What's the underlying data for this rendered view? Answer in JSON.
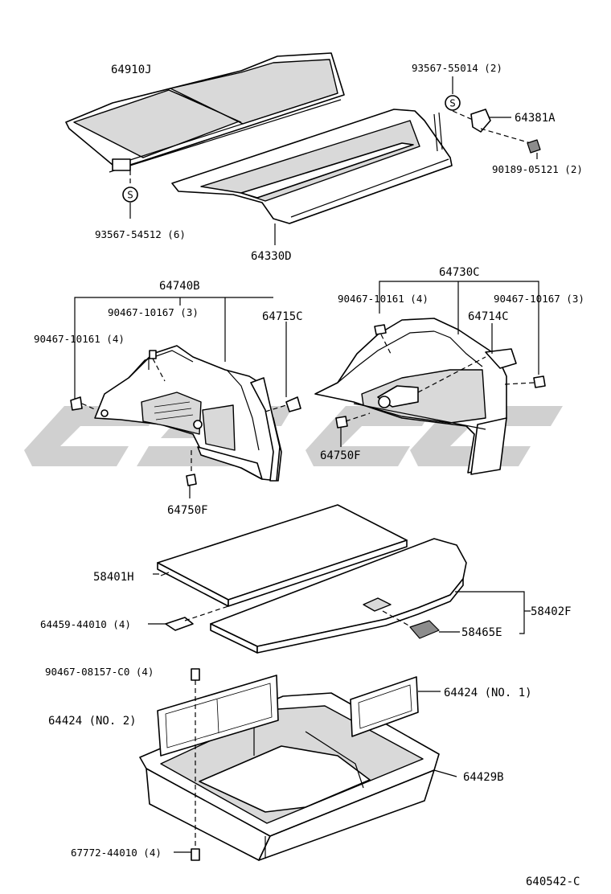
{
  "colors": {
    "background": "#ffffff",
    "line": "#000000",
    "watermark": "#c8c8c8"
  },
  "watermark": {
    "icon": "csc-watermark-logo",
    "text": "CSC"
  },
  "labels": {
    "p64910J": "64910J",
    "p93567_54512": "93567-54512 (6)",
    "p93567_55014": "93567-55014 (2)",
    "p64381A": "64381A",
    "p90189_05121": "90189-05121 (2)",
    "p64330D": "64330D",
    "p64740B": "64740B",
    "p90467_10167_3_left": "90467-10167 (3)",
    "p64715C": "64715C",
    "p90467_10161_4_left": "90467-10161 (4)",
    "p64750F_left": "64750F",
    "p64730C": "64730C",
    "p90467_10161_4_right": "90467-10161 (4)",
    "p90467_10167_3_right": "90467-10167 (3)",
    "p64714C": "64714C",
    "p64750F_right": "64750F",
    "p58401H": "58401H",
    "p64459_44010": "64459-44010 (4)",
    "p58402F": "58402F",
    "p58465E": "58465E",
    "p90467_08157": "90467-08157-C0 (4)",
    "p64424_no1": "64424 (NO. 1)",
    "p64424_no2": "64424 (NO. 2)",
    "p64429B": "64429B",
    "p67772_44010": "67772-44010 (4)",
    "s_symbol": "S",
    "diagram_code": "640542-C"
  }
}
